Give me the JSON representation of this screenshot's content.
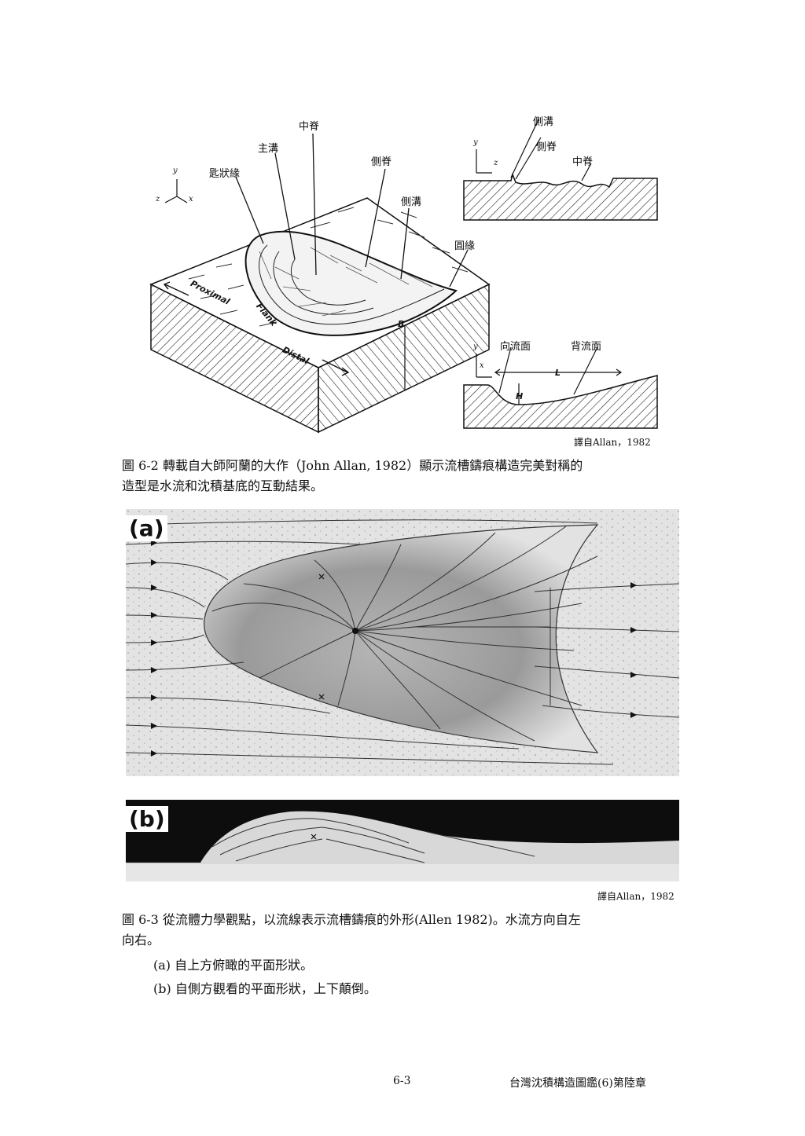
{
  "figure_6_2": {
    "labels": {
      "mid_ridge_top": "中脊",
      "main_groove": "主溝",
      "beak_margin": "匙狀緣",
      "side_ridge": "側脊",
      "side_groove": "側溝",
      "round_margin": "圓緣",
      "side_groove_right": "側溝",
      "side_ridge_right": "側脊",
      "mid_ridge_right": "中脊",
      "stoss_face": "向流面",
      "lee_face": "背流面",
      "proximal": "Proximal",
      "flank": "Flank",
      "distal": "Distal",
      "b_mark": "B",
      "l_mark": "L",
      "h_mark": "H",
      "axis_y": "y",
      "axis_x": "x",
      "axis_z": "z"
    },
    "credit": "譯自Allan，1982",
    "caption_line1": "圖 6-2 轉載自大師阿蘭的大作（John Allan, 1982）顯示流槽鑄痕構造完美對稱的",
    "caption_line2": "造型是水流和沈積基底的互動結果。"
  },
  "figure_6_3": {
    "panel_a_label": "(a)",
    "panel_b_label": "(b)",
    "credit": "譯自Allan，1982",
    "caption_line1": "圖 6-3 從流體力學觀點，以流線表示流槽鑄痕的外形(Allen 1982)。水流方向自左",
    "caption_line2": "向右。",
    "item_a": "(a) 自上方俯瞰的平面形狀。",
    "item_b": "(b) 自側方觀看的平面形狀，上下顛倒。"
  },
  "footer": {
    "page_number": "6-3",
    "book_title": "台灣沈積構造圖鑑(6)第陸章"
  }
}
